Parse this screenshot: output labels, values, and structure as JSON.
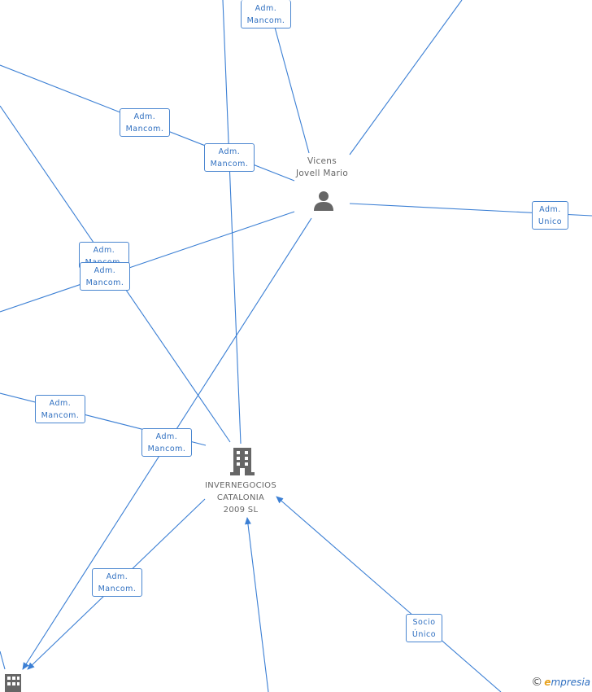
{
  "nodes": {
    "person": {
      "line1": "Vicens",
      "line2": "Jovell Mario"
    },
    "company": {
      "line1": "INVERNEGOCIOS",
      "line2": "CATALONIA",
      "line3": "2009 SL"
    }
  },
  "labels": [
    {
      "a": "Adm.",
      "b": "Mancom."
    },
    {
      "a": "Adm.",
      "b": "Mancom."
    },
    {
      "a": "Adm.",
      "b": "Mancom."
    },
    {
      "a": "Adm.",
      "b": "Unico"
    },
    {
      "a": "Adm.",
      "b": "Mancom."
    },
    {
      "a": "Adm.",
      "b": "Mancom."
    },
    {
      "a": "Adm.",
      "b": "Mancom."
    },
    {
      "a": "Adm.",
      "b": "Mancom."
    },
    {
      "a": "Adm.",
      "b": "Mancom."
    },
    {
      "a": "Socio",
      "b": "Único"
    }
  ],
  "brand": {
    "copyright": "©",
    "e": "e",
    "rest": "mpresia"
  },
  "colors": {
    "edge": "#3b7fd4",
    "icon": "#666666",
    "label_border": "#4a86d0"
  }
}
